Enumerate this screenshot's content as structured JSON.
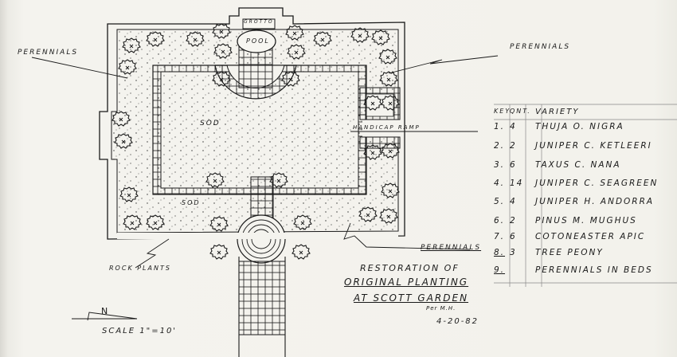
{
  "drawing": {
    "title_lines": [
      "RESTORATION OF",
      "ORIGINAL PLANTING",
      "AT SCOTT GARDEN"
    ],
    "author": "Per M.H.",
    "date": "4-20-82",
    "scale": "SCALE 1\"=10'",
    "north_label": "N"
  },
  "plan_labels": {
    "grotto": "GROTTO",
    "pool": "POOL",
    "sod_main": "SOD",
    "sod_lower": "SOD",
    "handicap_ramp": "HANDICAP RAMP",
    "perennials_left": "PERENNIALS",
    "perennials_right": "PERENNIALS",
    "perennials_bottom": "PERENNIALS",
    "rock_plants": "ROCK PLANTS"
  },
  "legend": {
    "headers": {
      "key": "KEY",
      "qty": "QNT.",
      "variety": "VARIETY"
    },
    "rows": [
      {
        "key": "1.",
        "qty": "4",
        "variety": "THUJA O. NIGRA"
      },
      {
        "key": "2.",
        "qty": "2",
        "variety": "JUNIPER C. KETLEERI"
      },
      {
        "key": "3.",
        "qty": "6",
        "variety": "TAXUS C. NANA"
      },
      {
        "key": "4.",
        "qty": "14",
        "variety": "JUNIPER C. SEAGREEN"
      },
      {
        "key": "5.",
        "qty": "4",
        "variety": "JUNIPER H. ANDORRA"
      },
      {
        "key": "6.",
        "qty": "2",
        "variety": "PINUS M. MUGHUS"
      },
      {
        "key": "7.",
        "qty": "6",
        "variety": "COTONEASTER APIC"
      },
      {
        "key": "8.",
        "qty": "3",
        "variety": "TREE PEONY"
      },
      {
        "key": "9.",
        "qty": "",
        "variety": "PERENNIALS IN BEDS"
      }
    ]
  },
  "colors": {
    "ink": "#1a1a1a",
    "paper": "#f3f2ed"
  }
}
